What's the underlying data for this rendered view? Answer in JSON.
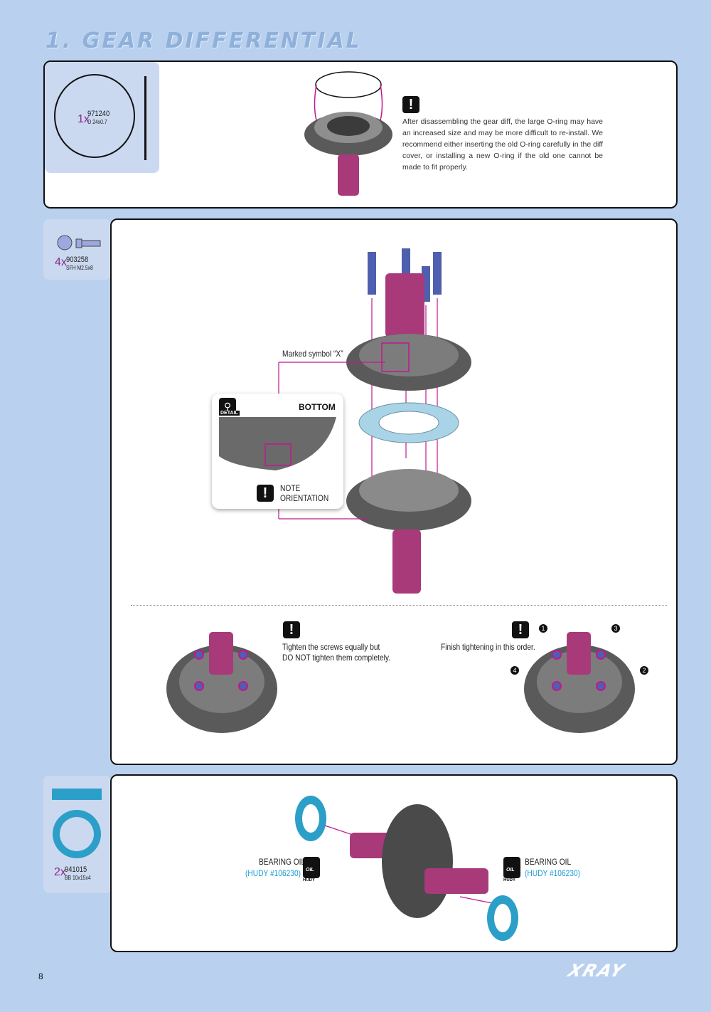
{
  "page": {
    "title": "1. GEAR DIFFERENTIAL",
    "page_number": "8",
    "logo": "XRAY"
  },
  "step1": {
    "part": {
      "qty": "1x",
      "number": "971240",
      "desc": "O 24x0.7"
    },
    "note": "After disassembling the gear diff, the large O-ring may have an increased size and may be more difficult to re-install. We recommend either inserting the old O-ring carefully in the diff cover, or installing a new O-ring if the old one cannot be made to fit properly."
  },
  "step2": {
    "part": {
      "qty": "4x",
      "number": "903258",
      "desc": "SFH M2.5x8"
    },
    "marked_label": "Marked symbol “X”",
    "detail": {
      "tag": "DETAIL",
      "bottom": "BOTTOM",
      "note_line1": "NOTE",
      "note_line2": "ORIENTATION"
    },
    "tighten_note_line1": "Tighten the screws equally but",
    "tighten_note_line2": "DO NOT tighten them completely.",
    "order_note": "Finish tightening in this order.",
    "order_numbers": [
      "1",
      "2",
      "3",
      "4"
    ]
  },
  "step3": {
    "part": {
      "qty": "2x",
      "number": "941015",
      "desc": "BB 10x15x4"
    },
    "oil_label_left": "BEARING OIL",
    "hudy_left": "(HUDY #106230)",
    "oil_label_right": "BEARING OIL",
    "hudy_right": "(HUDY #106230)",
    "oil_icon_text": "OIL",
    "hudy_brand": "HUDY"
  },
  "colors": {
    "background": "#b9d1ef",
    "accent_magenta": "#c2188f",
    "part_purple": "#8a2a8a",
    "bearing_blue": "#1a9bd2"
  }
}
